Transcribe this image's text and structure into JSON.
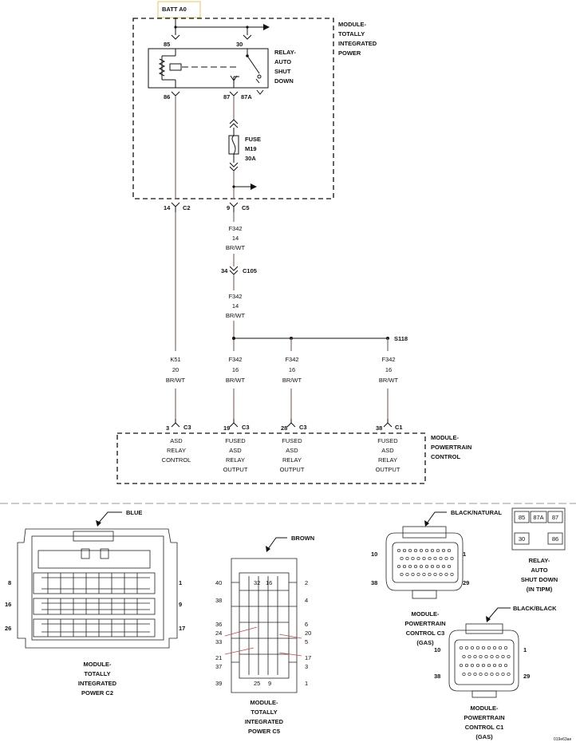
{
  "batt": "BATT A0",
  "tipm_box": [
    "MODULE-",
    "TOTALLY",
    "INTEGRATED",
    "POWER"
  ],
  "relay_label": [
    "RELAY-",
    "AUTO",
    "SHUT",
    "DOWN"
  ],
  "pins": {
    "p85": "85",
    "p30": "30",
    "p86": "86",
    "p87": "87",
    "p87a": "87A"
  },
  "fuse": [
    "FUSE",
    "M19",
    "30A"
  ],
  "connectors": {
    "c2_pin": "14",
    "c2": "C2",
    "c5_pin": "9",
    "c5": "C5",
    "c105_pin": "34",
    "c105": "C105",
    "s118": "S118"
  },
  "wires": {
    "upper1": [
      "F342",
      "14",
      "BR/WT"
    ],
    "upper2": [
      "F342",
      "14",
      "BR/WT"
    ],
    "k51": [
      "K51",
      "20",
      "BR/WT"
    ],
    "b1": [
      "F342",
      "16",
      "BR/WT"
    ],
    "b2": [
      "F342",
      "16",
      "BR/WT"
    ],
    "b3": [
      "F342",
      "16",
      "BR/WT"
    ]
  },
  "pcm_pins": [
    {
      "pin": "3",
      "conn": "C3"
    },
    {
      "pin": "19",
      "conn": "C3"
    },
    {
      "pin": "28",
      "conn": "C3"
    },
    {
      "pin": "38",
      "conn": "C1"
    }
  ],
  "pcm_box": [
    "MODULE-",
    "POWERTRAIN",
    "CONTROL"
  ],
  "pcm_funcs": [
    [
      "ASD",
      "RELAY",
      "CONTROL"
    ],
    [
      "FUSED",
      "ASD",
      "RELAY",
      "OUTPUT"
    ],
    [
      "FUSED",
      "ASD",
      "RELAY",
      "OUTPUT"
    ],
    [
      "FUSED",
      "ASD",
      "RELAY",
      "OUTPUT"
    ]
  ],
  "views": {
    "blue": "BLUE",
    "blue_pins": [
      "8",
      "1",
      "16",
      "9",
      "26",
      "17"
    ],
    "blue_caption": [
      "MODULE-",
      "TOTALLY",
      "INTEGRATED",
      "POWER C2"
    ],
    "brown": "BROWN",
    "brown_left": [
      "40",
      "38",
      "36",
      "24",
      "33",
      "21",
      "37",
      "39"
    ],
    "brown_right": [
      "2",
      "4",
      "6",
      "20",
      "5",
      "17",
      "3",
      "1"
    ],
    "brown_top": [
      "32",
      "16"
    ],
    "brown_bottom": [
      "25",
      "9"
    ],
    "brown_caption": [
      "MODULE-",
      "TOTALLY",
      "INTEGRATED",
      "POWER C5"
    ],
    "c3_color": "BLACK/NATURAL",
    "c3_pins": [
      "10",
      "1",
      "38",
      "29"
    ],
    "c3_caption": [
      "MODULE-",
      "POWERTRAIN",
      "CONTROL C3",
      "(GAS)"
    ],
    "relay_cells": [
      "85",
      "87A",
      "87",
      "30",
      "86"
    ],
    "relay_caption": [
      "RELAY-",
      "AUTO",
      "SHUT DOWN",
      "(IN TIPM)"
    ],
    "c1_color": "BLACK/BLACK",
    "c1_pins": [
      "10",
      "1",
      "38",
      "29"
    ],
    "c1_caption": [
      "MODULE-",
      "POWERTRAIN",
      "CONTROL C1",
      "(GAS)"
    ]
  },
  "code": "019e63ae"
}
